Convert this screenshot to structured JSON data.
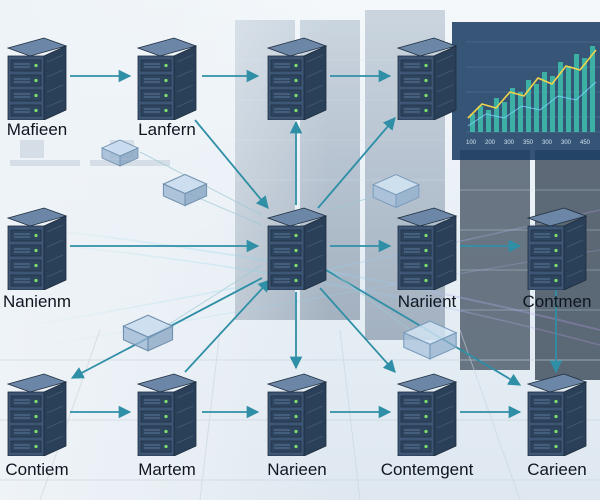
{
  "colors": {
    "arrow": "#2f8fa6",
    "server_front": "#3d5675",
    "server_side": "#2a3f58",
    "server_top": "#6b86a6",
    "led_green": "#7fe06a",
    "chart_line": "#f2d34a",
    "chart_bars": "#3fc7b0"
  },
  "nodes": [
    {
      "id": "n1",
      "label": "Mafieen"
    },
    {
      "id": "n2",
      "label": "Lanfern"
    },
    {
      "id": "n3",
      "label": ""
    },
    {
      "id": "n4",
      "label": ""
    },
    {
      "id": "n5",
      "label": "Nanienm"
    },
    {
      "id": "n6",
      "label": ""
    },
    {
      "id": "n7",
      "label": "Nariient"
    },
    {
      "id": "n8",
      "label": "Contmen"
    },
    {
      "id": "n9",
      "label": "Contiem"
    },
    {
      "id": "n10",
      "label": "Martem"
    },
    {
      "id": "n11",
      "label": "Narieen"
    },
    {
      "id": "n12",
      "label": "Contemgent"
    },
    {
      "id": "n13",
      "label": "Carieen"
    }
  ],
  "chart_panel": {
    "x_ticks": [
      "100",
      "200",
      "300",
      "350",
      "300",
      "300",
      "450"
    ]
  }
}
